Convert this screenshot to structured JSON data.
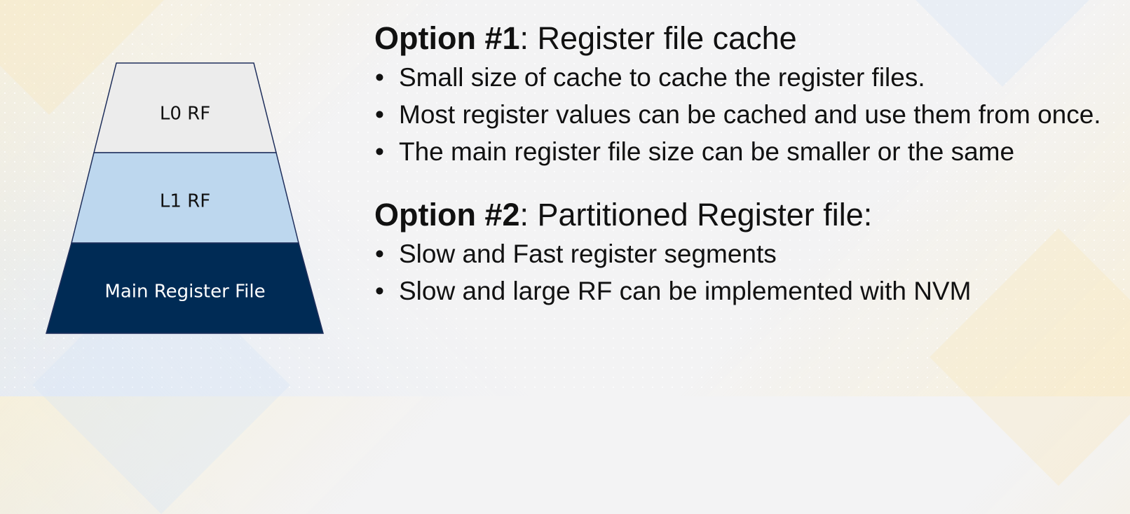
{
  "pyramid": {
    "levels": [
      {
        "label": "L0 RF",
        "fill": "#ececec",
        "text_color": "#111111"
      },
      {
        "label": "L1 RF",
        "fill": "#bdd7ee",
        "text_color": "#111111"
      },
      {
        "label": "Main Register File",
        "fill": "#002b55",
        "text_color": "#ffffff"
      }
    ]
  },
  "options": [
    {
      "number_label": "Option #1",
      "title_rest": ": Register file cache",
      "bullets": [
        "Small size of cache to cache the register files.",
        "Most register values can be cached and use them from once.",
        "The main register file size can be smaller or the same"
      ]
    },
    {
      "number_label": "Option #2",
      "title_rest": ": Partitioned Register file:",
      "bullets": [
        "Slow and Fast register segments",
        "Slow and large RF can be implemented with NVM"
      ]
    }
  ],
  "bullet_symbol": "•",
  "colors": {
    "outline": "#1f2f5c",
    "text": "#111111"
  }
}
